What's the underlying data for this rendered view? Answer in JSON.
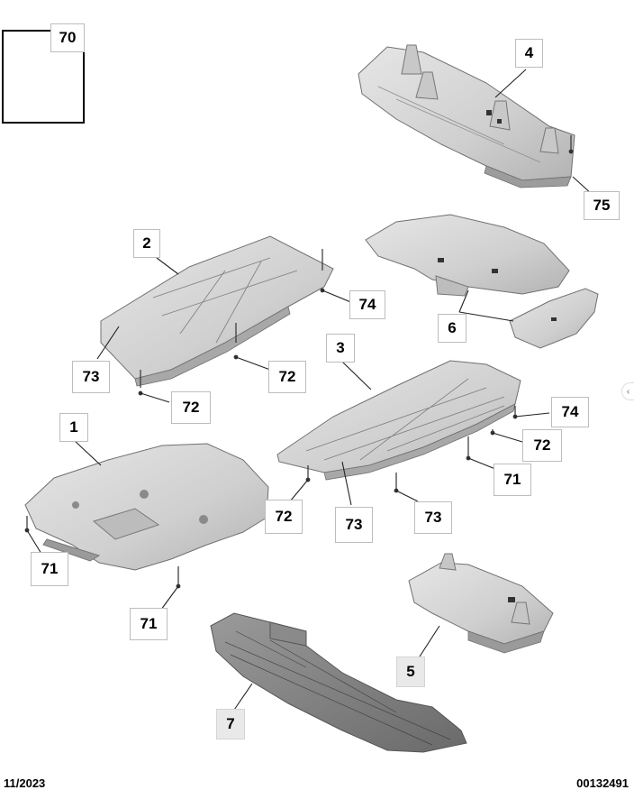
{
  "callouts": {
    "c70": "70",
    "c4": "4",
    "c75": "75",
    "c2": "2",
    "c74a": "74",
    "c6": "6",
    "c73a": "73",
    "c72a": "72",
    "c72b": "72",
    "c3": "3",
    "c74b": "74",
    "c72c": "72",
    "c1": "1",
    "c71a": "71",
    "c72d": "72",
    "c73b": "73",
    "c73c": "73",
    "c71b": "71",
    "c71c": "71",
    "c5": "5",
    "c7": "7"
  },
  "footer": {
    "date": "11/2023",
    "ref": "00132491"
  },
  "edge_tab": "‹",
  "colors": {
    "part_fill": "#d6d6d6",
    "part_shade": "#a9a9a9",
    "part_line": "#6f6f6f",
    "callout_border": "#bdbdbd",
    "shaded_callout": "#e9e9e9"
  }
}
